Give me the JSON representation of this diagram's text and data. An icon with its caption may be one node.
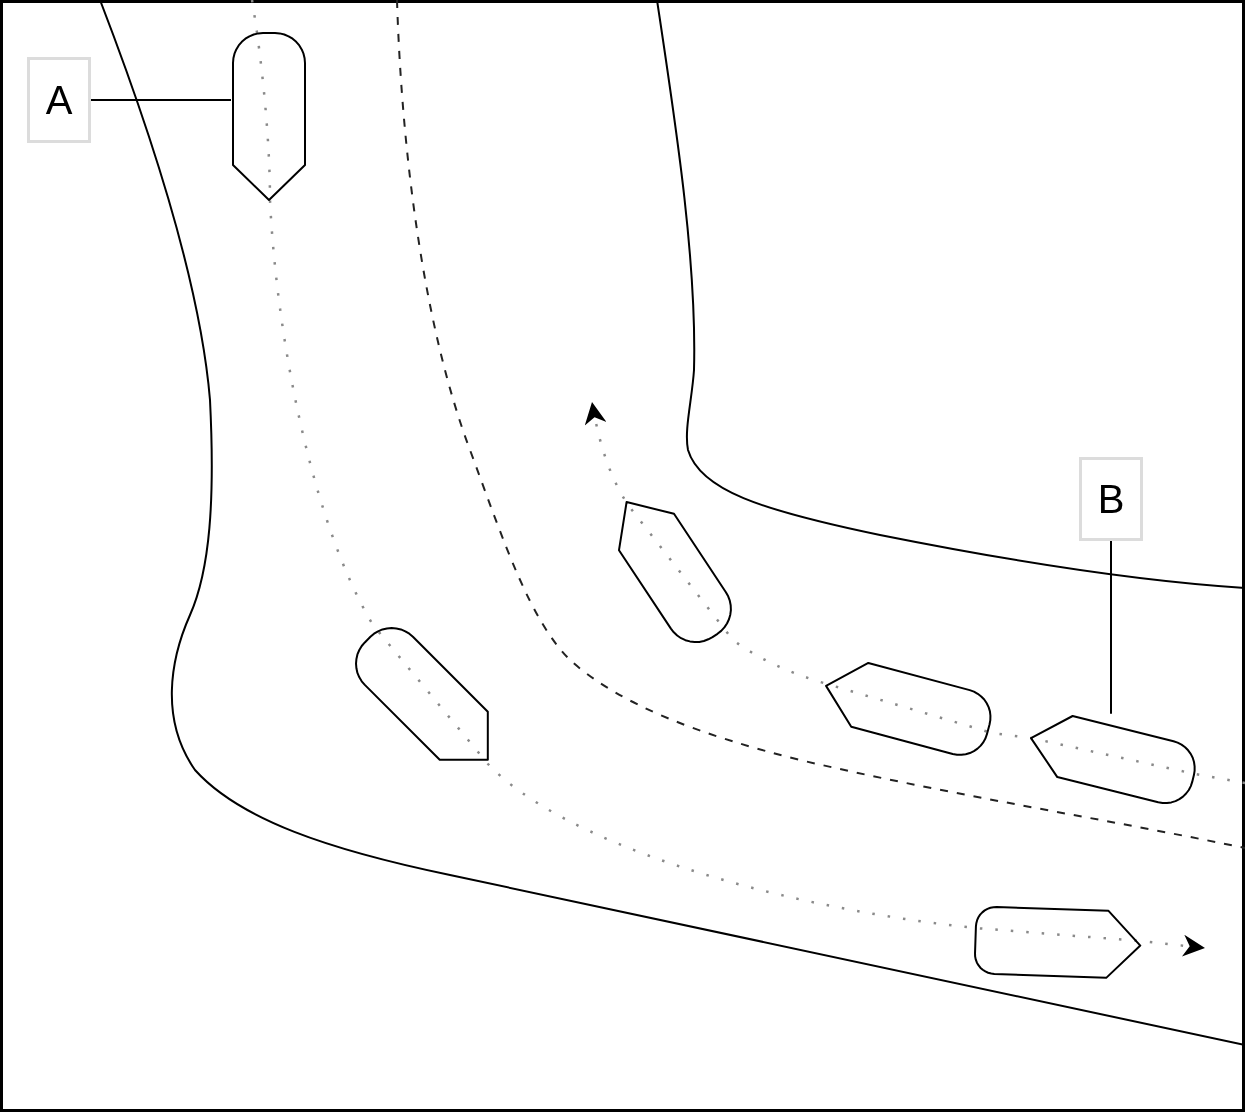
{
  "diagram": {
    "nodes": [
      {
        "text": [
          "A"
        ]
      },
      {
        "text": [],
        "shape": "boat"
      },
      {
        "text": [
          "B"
        ]
      },
      {
        "text": [],
        "shape": "boat"
      },
      {
        "text": [],
        "shape": "boat"
      },
      {
        "text": [],
        "shape": "boat"
      },
      {
        "text": [],
        "shape": "boat"
      },
      {
        "text": [],
        "shape": "boat"
      }
    ],
    "edges": [
      {
        "from": 0,
        "to": 1,
        "arrow": "none"
      },
      {
        "from": 2,
        "to": 6,
        "arrow": "none"
      }
    ]
  }
}
